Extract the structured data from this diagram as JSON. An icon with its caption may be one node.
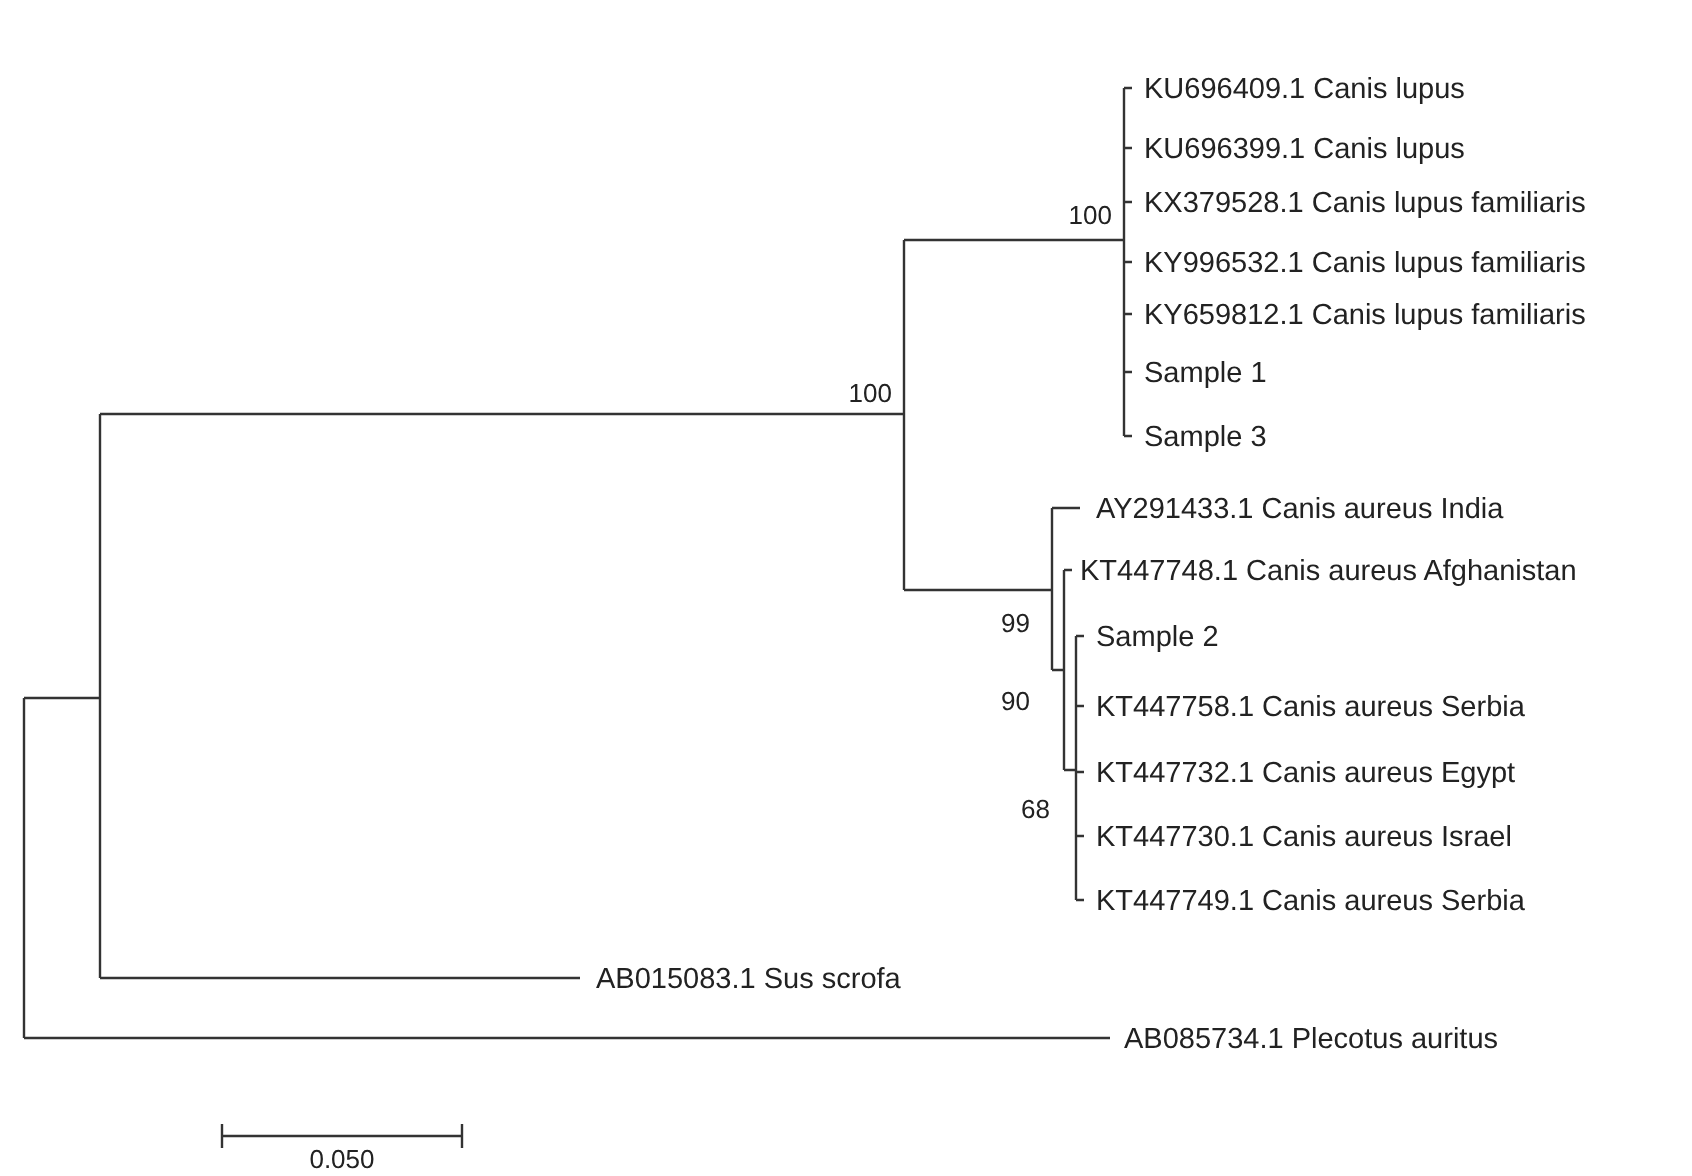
{
  "diagram": {
    "labels": [
      "KU696409.1 Canis lupus",
      "KU696399.1 Canis lupus",
      "KX379528.1 Canis lupus familiaris",
      "100",
      "KY996532.1 Canis lupus familiaris",
      "KY659812.1 Canis lupus familiaris",
      "Sample 1",
      "100",
      "Sample 3",
      "AY291433.1 Canis aureus India",
      "KT447748.1 Canis aureus Afghanistan",
      "99",
      "Sample 2",
      "90",
      "KT447758.1 Canis aureus Serbia",
      "KT447732.1 Canis aureus Egypt",
      "68",
      "KT447730.1 Canis aureus Israel",
      "KT447749.1 Canis aureus Serbia",
      "AB015083.1 Sus scrofa",
      "AB085734.1 Plecotus auritus",
      "0.050"
    ]
  }
}
